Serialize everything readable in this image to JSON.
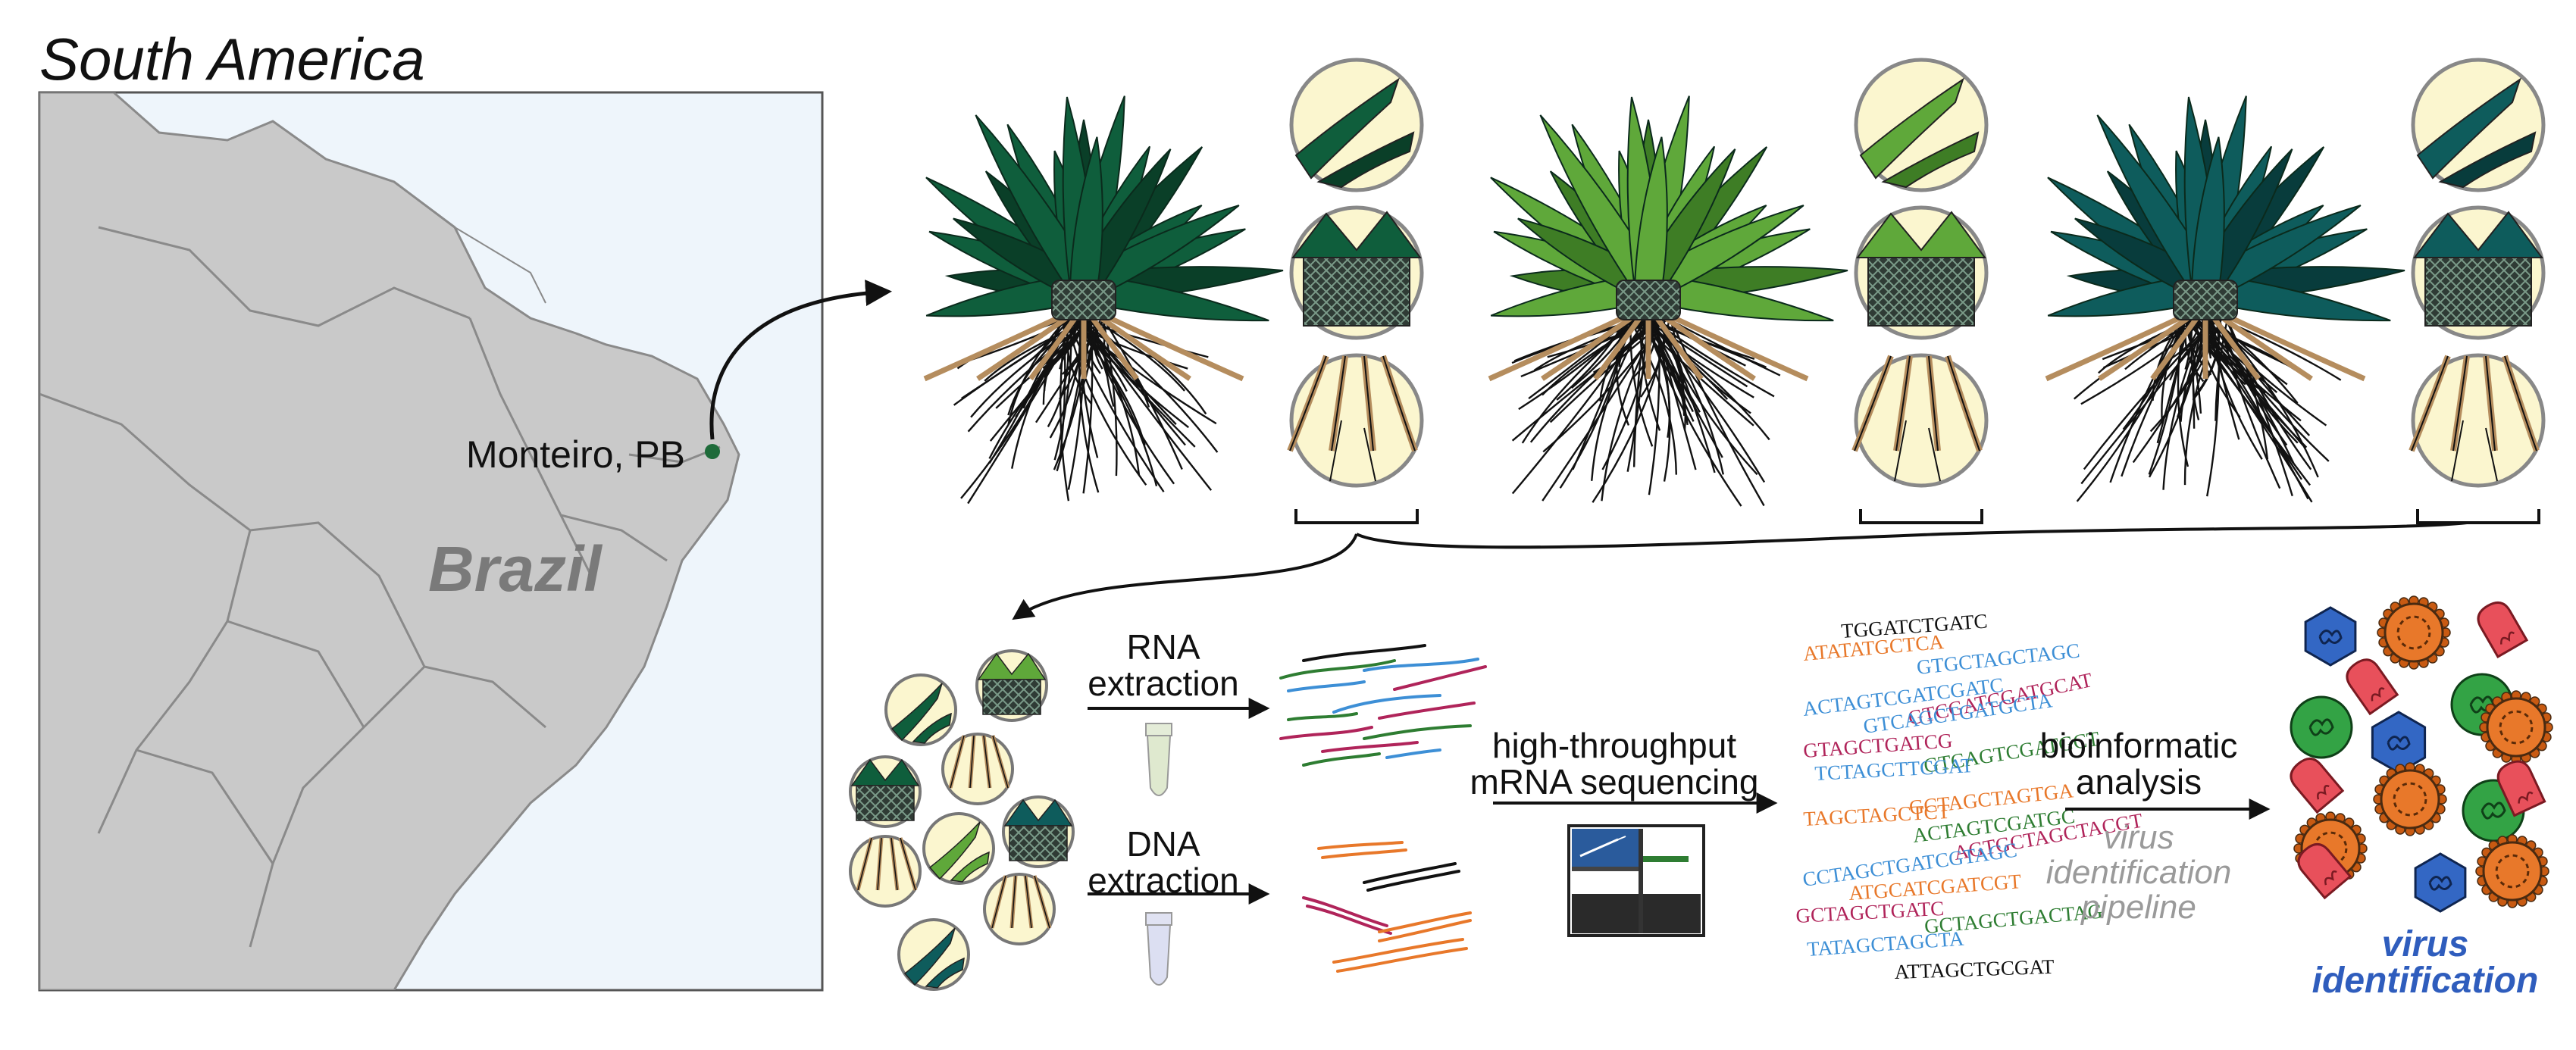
{
  "map": {
    "continent_label": "South America",
    "country_label": "Brazil",
    "location_label": "Monteiro, PB"
  },
  "workflow": {
    "rna_line1": "RNA",
    "rna_line2": "extraction",
    "dna_line1": "DNA",
    "dna_line2": "extraction",
    "seq_line1": "high-throughput",
    "seq_line2": "mRNA sequencing",
    "bio_line1": "bioinformatic",
    "bio_line2": "analysis",
    "pipe_line1": "virus",
    "pipe_line2": "identification",
    "pipe_line3": "pipeline",
    "result_line1": "virus",
    "result_line2": "identification"
  },
  "sequences": [
    {
      "text": "TGGATCTGATC",
      "color": "#111111"
    },
    {
      "text": "ATATATGCTCA",
      "color": "#e8782a"
    },
    {
      "text": "GTGCTAGCTAGC",
      "color": "#3d8fd6"
    },
    {
      "text": "ACTAGTCGATCGATC",
      "color": "#3d8fd6"
    },
    {
      "text": "GTCGATCGATGCAT",
      "color": "#b0245a"
    },
    {
      "text": "GTCAGCTGATGCTA",
      "color": "#3d8fd6"
    },
    {
      "text": "GTAGCTGATCG",
      "color": "#b0245a"
    },
    {
      "text": "GTCAGTCGATGCT",
      "color": "#2e7d32"
    },
    {
      "text": "TCTAGCTTCGAT",
      "color": "#3d8fd6"
    },
    {
      "text": "GCTAGCTAGTGA",
      "color": "#e8782a"
    },
    {
      "text": "TAGCTAGCTCT",
      "color": "#e8782a"
    },
    {
      "text": "ACTAGTCGATGC",
      "color": "#2e7d32"
    },
    {
      "text": "AGTGCTAGCTACGT",
      "color": "#b0245a"
    },
    {
      "text": "CCTAGCTGATCGTAGC",
      "color": "#3d8fd6"
    },
    {
      "text": "ATGCATCGATCGT",
      "color": "#e8782a"
    },
    {
      "text": "GCTAGCTGATC",
      "color": "#b0245a"
    },
    {
      "text": "GCTAGCTGACTAG",
      "color": "#2e7d32"
    },
    {
      "text": "TATAGCTAGCTA",
      "color": "#3d8fd6"
    },
    {
      "text": "ATTAGCTGCGAT",
      "color": "#111111"
    }
  ],
  "colors": {
    "plant_dark": "#0f5e3c",
    "plant_light": "#5fa83a",
    "plant_teal": "#0e5c5c",
    "map_land": "#c9c9c9",
    "map_sea": "#eef5fb",
    "virus_blue": "#3367c4",
    "virus_orange": "#e8782a",
    "virus_green": "#33a345",
    "virus_red": "#e8505b",
    "result_text": "#2f5dbd"
  }
}
